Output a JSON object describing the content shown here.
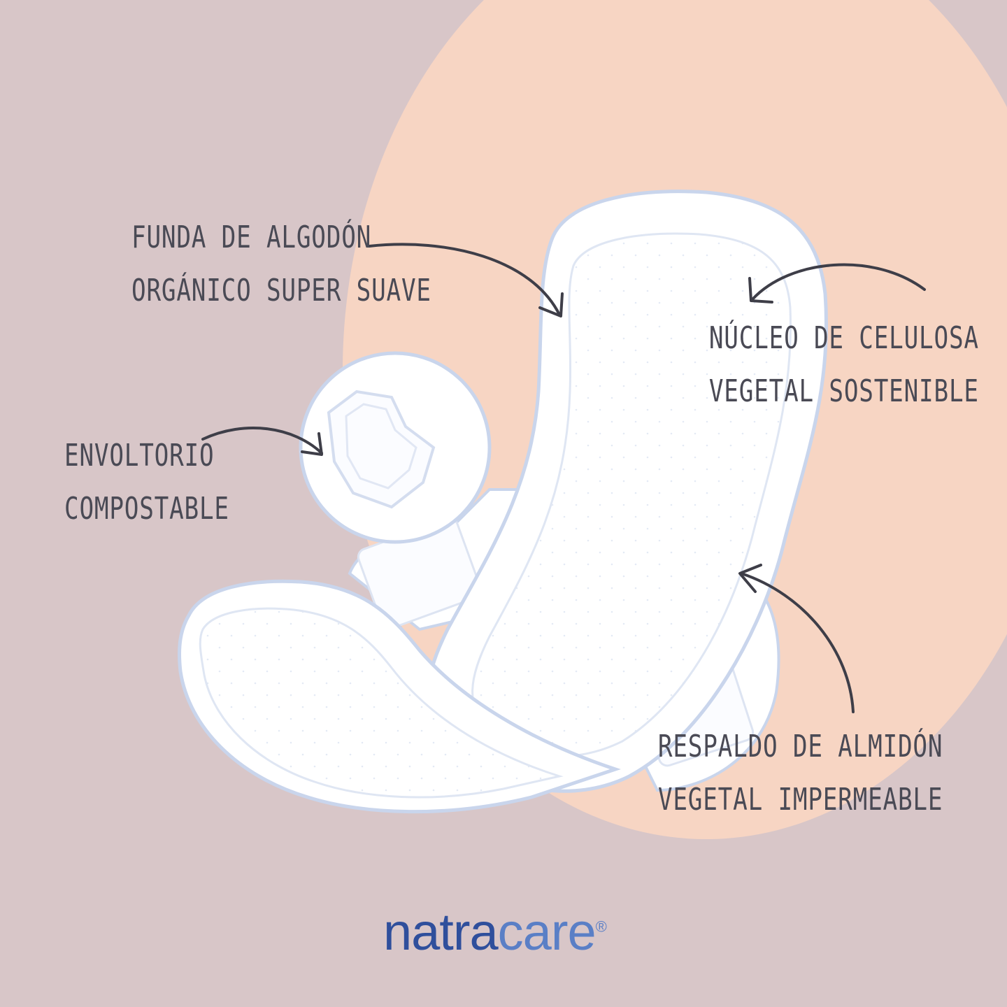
{
  "labels": {
    "cover": {
      "line1": "FUNDA DE ALGODÓN",
      "line2": "ORGÁNICO SUPER SUAVE"
    },
    "core": {
      "line1": "NÚCLEO DE CELULOSA",
      "line2": "VEGETAL SOSTENIBLE"
    },
    "wrapper": {
      "line1": "ENVOLTORIO",
      "line2": "COMPOSTABLE"
    },
    "backing": {
      "line1": "RESPALDO DE ALMIDÓN",
      "line2": "VEGETAL IMPERMEABLE"
    }
  },
  "brand": {
    "part1": "natra",
    "part2": "care",
    "mark": "®"
  },
  "colors": {
    "background": "#d8c6c8",
    "circle": "#f7d5c3",
    "text": "#4a4a55",
    "pad_outline": "#c9d5ec",
    "brand_dark": "#2f4f9c",
    "brand_light": "#5a7fc6"
  }
}
